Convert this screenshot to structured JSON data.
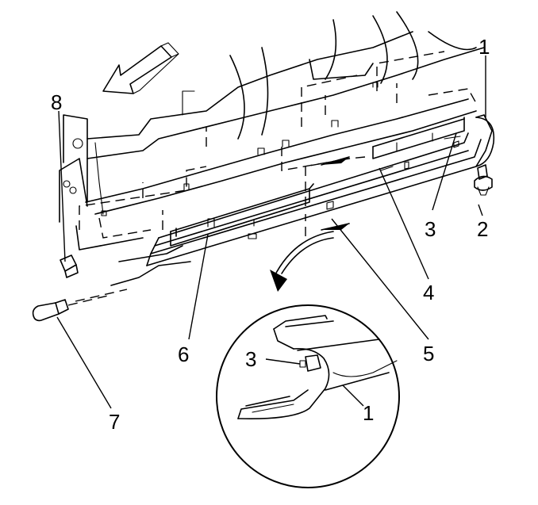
{
  "callouts": {
    "c1": "1",
    "c2": "2",
    "c3": "3",
    "c4": "4",
    "c5": "5",
    "c6": "6",
    "c7": "7",
    "c8": "8",
    "detail_c3": "3",
    "detail_c1": "1"
  }
}
